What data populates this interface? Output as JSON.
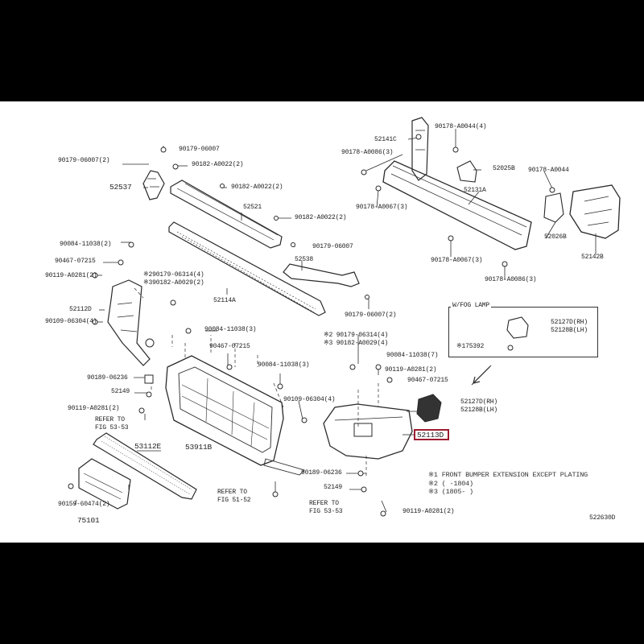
{
  "labels": {
    "p52141C": "52141C",
    "p90178_A0044_4": "90178-A0044(4)",
    "p90178_A0086_3a": "90178-A0086(3)",
    "p52025B": "52025B",
    "p90178_A0044_r": "90178-A0044",
    "p52131A": "52131A",
    "p90178_A0067_3a": "90178-A0067(3)",
    "p52026B": "52026B",
    "p52142B": "52142B",
    "p90178_A0067_3b": "90178-A0067(3)",
    "p90178_A0086_3b": "90178-A0086(3)",
    "p90179_06007": "90179-06007",
    "p90179_06007_2a": "90179-06007(2)",
    "p90182_A0022_2a": "90182-A0022(2)",
    "p52537": "52537",
    "p90182_A0022_2b": "90182-A0022(2)",
    "p52521": "52521",
    "p90182_A0022_2c": "90182-A0022(2)",
    "p90084_11038_2": "90084-11038(2)",
    "p90179_06007_b": "90179-06007",
    "p90467_07215": "90467-07215",
    "p52538": "52538",
    "p290179": "※290179-06314(4)",
    "p90119_A0281_2a": "90119-A0281(2)",
    "p390182": "※390182-A0029(2)",
    "p52114A": "52114A",
    "p52112D": "52112D",
    "p90179_06007_2b": "90179-06007(2)",
    "p90109_06304_4a": "90109-06304(4)",
    "p90084_11038_3a": "90084-11038(3)",
    "p90467_07215_b": "90467-07215",
    "p90084_11038_3b": "90084-11038(3)",
    "p90189_06236a": "90189-06236",
    "p52149a": "52149",
    "p90119_A0281_2b": "90119-A0281(2)",
    "refer1a": "REFER TO",
    "refer1b": "FIG 53-53",
    "p53112E": "53112E",
    "p53911B": "53911B",
    "p90159_60474_2": "90159-60474(2)",
    "p75101": "75101",
    "refer2a": "REFER TO",
    "refer2b": "FIG 51-52",
    "p2_90179": "※2 90179-06314(4)",
    "p3_90182": "※3 90182-A0029(4)",
    "p90084_11038_7": "90084-11038(7)",
    "p90119_A0281_2c": "90119-A0281(2)",
    "p90467_07215_c": "90467-07215",
    "p90109_06304_4b": "90109-06304(4)",
    "p52127D_a": "52127D(RH)",
    "p52128B_a": "52128B(LH)",
    "p52113D": "52113D",
    "p90189_06236b": "90189-06236",
    "p52149b": "52149",
    "refer3a": "REFER TO",
    "refer3b": "FIG 53-53",
    "p90119_A0281_2d": "90119-A0281(2)",
    "inset_title": "W/FOG LAMP",
    "inset_p52127D": "52127D(RH)",
    "inset_p52128B": "52128B(LH)",
    "inset_p175392": "※175392",
    "note1": "※1 FRONT BUMPER EXTENSION    EXCEPT PLATING",
    "note2": "※2 (    -1804)",
    "note3": "※3 (1805-    )",
    "diagram_id": "522630D"
  },
  "colors": {
    "highlight": "#9b1b30",
    "line": "#2a2a2a",
    "background": "#ffffff"
  }
}
